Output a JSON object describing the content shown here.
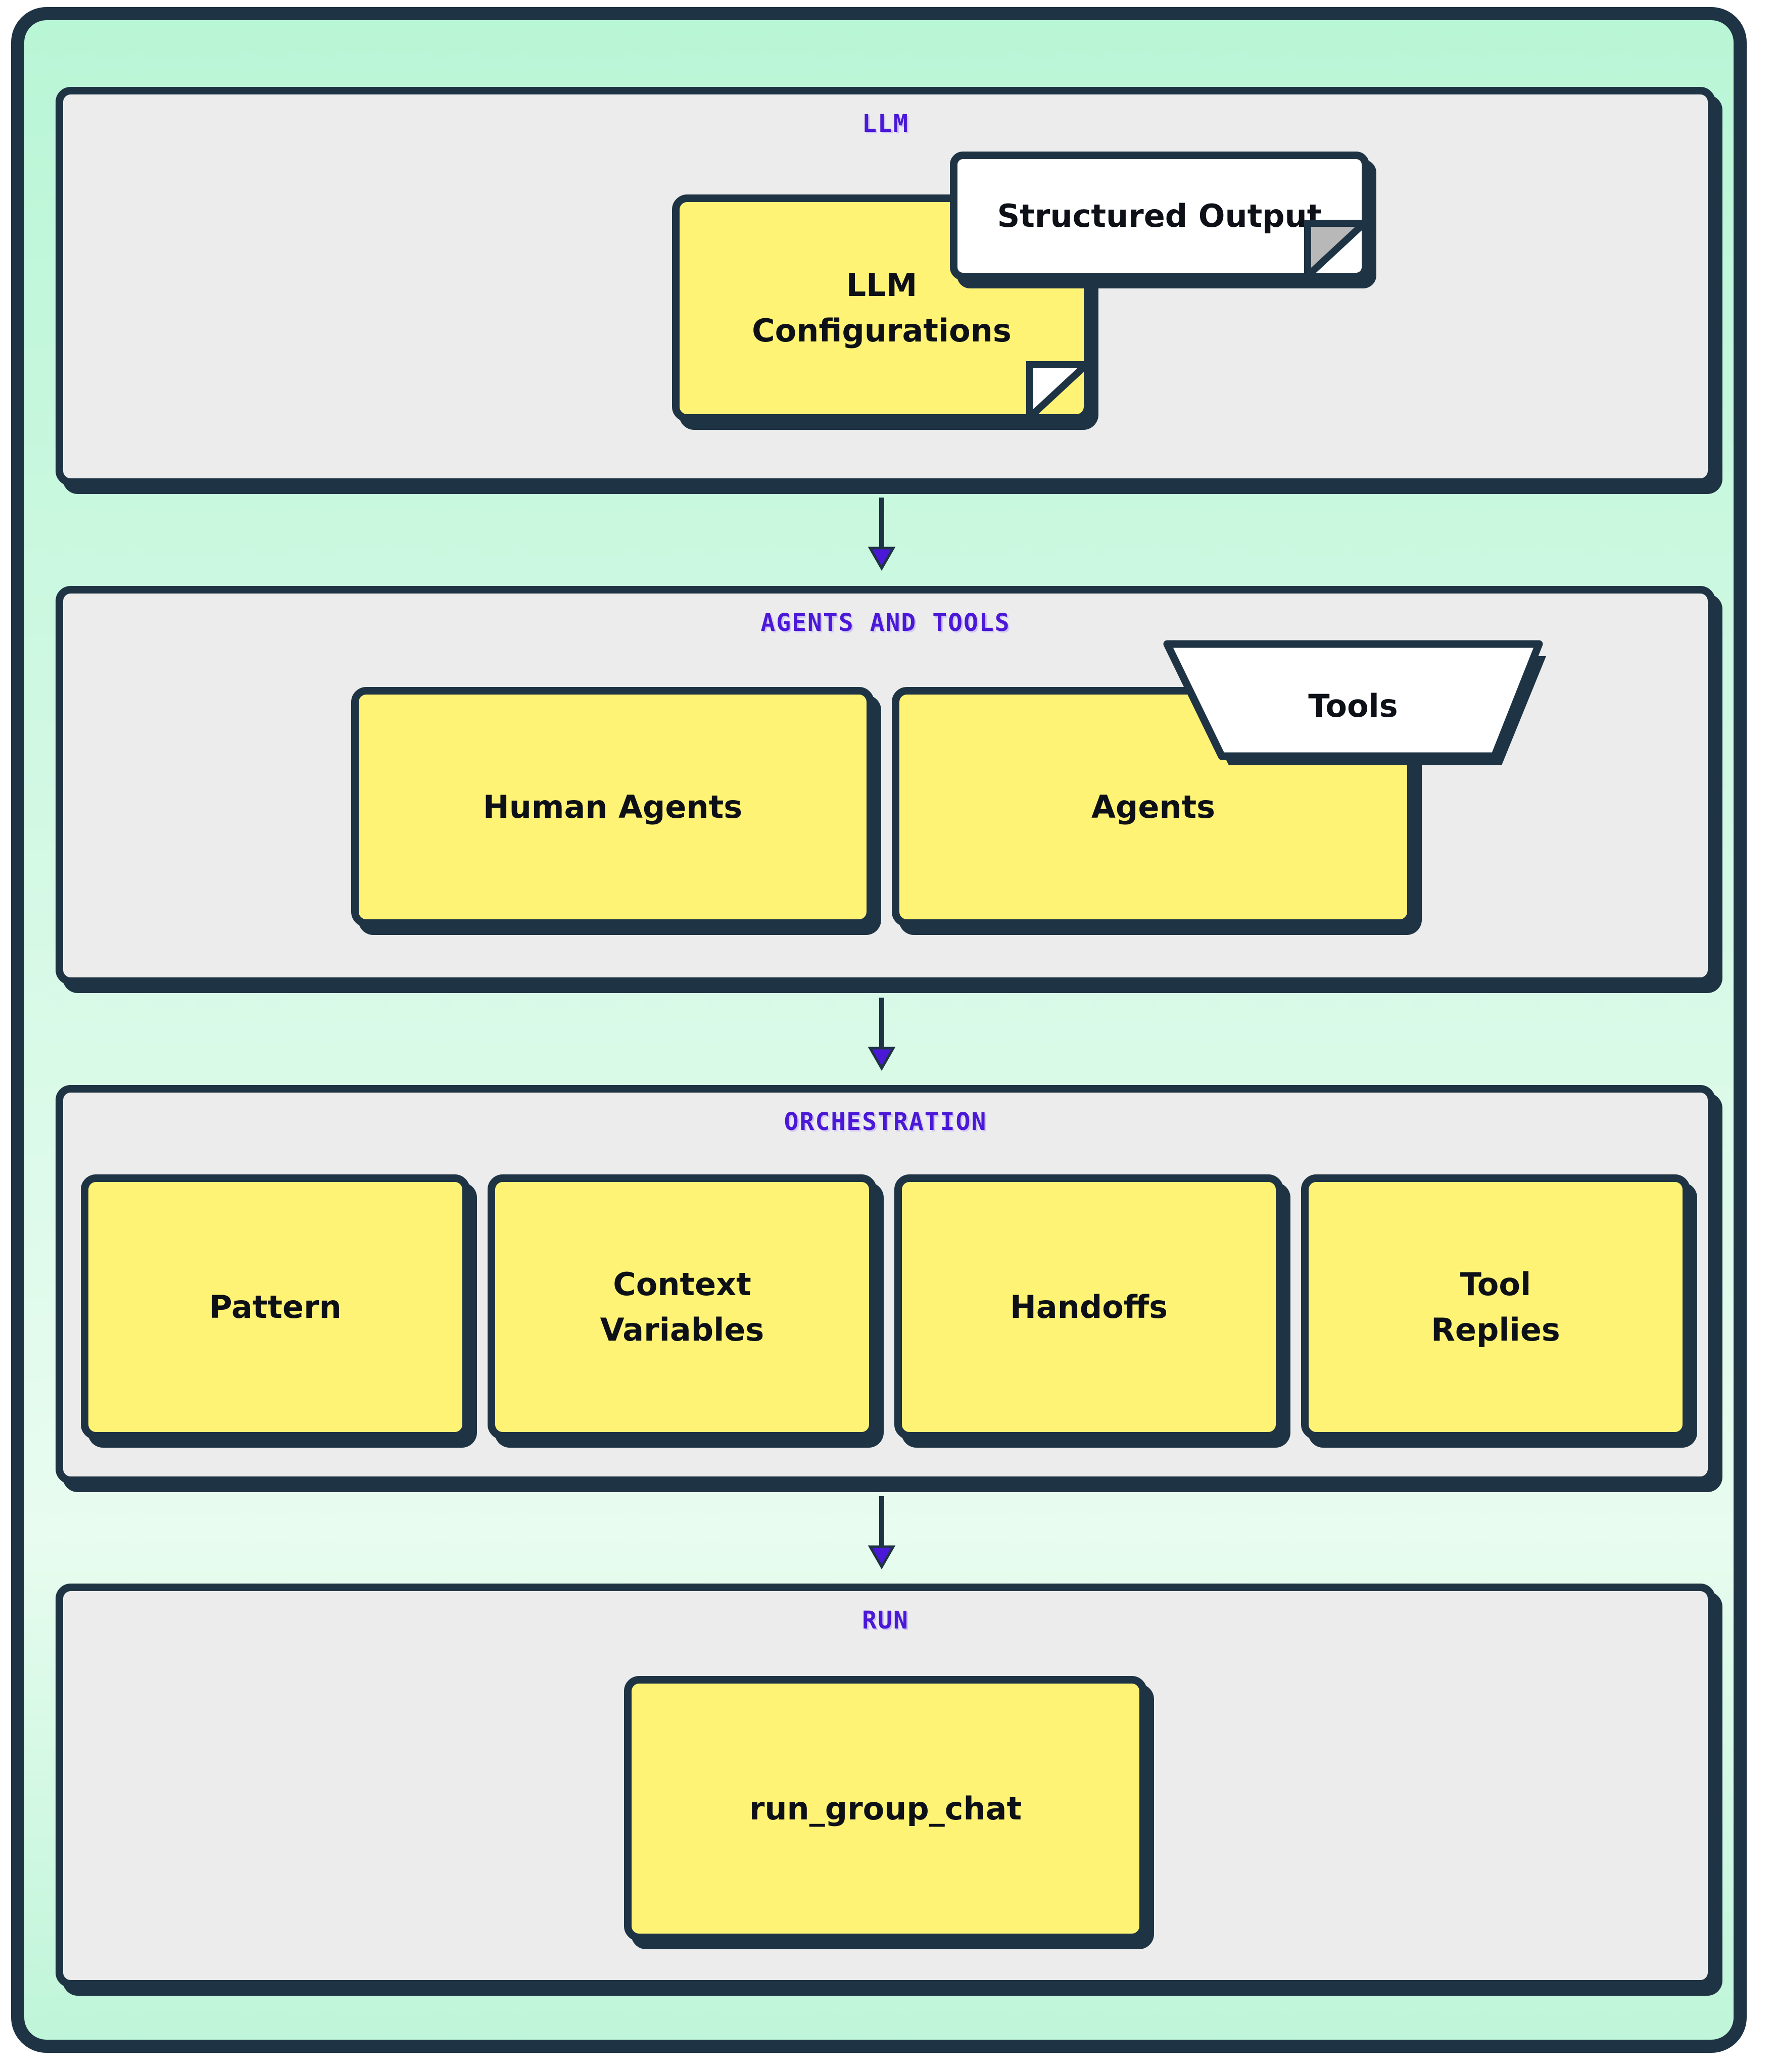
{
  "layers": [
    {
      "title": "LLM",
      "boxes": [
        {
          "label": "LLM\nConfigurations"
        }
      ],
      "tags": [
        {
          "label": "Structured Output"
        }
      ]
    },
    {
      "title": "AGENTS AND TOOLS",
      "boxes": [
        {
          "label": "Human Agents"
        },
        {
          "label": "Agents"
        }
      ],
      "tags": [
        {
          "label": "Tools"
        }
      ]
    },
    {
      "title": "ORCHESTRATION",
      "boxes": [
        {
          "label": "Pattern"
        },
        {
          "label": "Context\nVariables"
        },
        {
          "label": "Handoffs"
        },
        {
          "label": "Tool\nReplies"
        }
      ]
    },
    {
      "title": "RUN",
      "boxes": [
        {
          "label": "run_group_chat"
        }
      ]
    }
  ],
  "colors": {
    "border": "#1e3343",
    "panel_background": "#ececec",
    "box_fill": "#fff375",
    "tag_fill": "#ffffff",
    "title_color": "#4a18d6",
    "arrow_color": "#4a18d6",
    "outer_background": "#c6f7dc"
  }
}
